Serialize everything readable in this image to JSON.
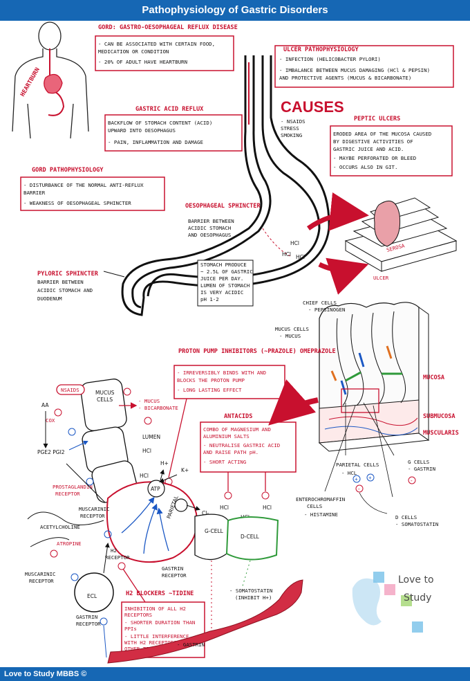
{
  "title": "Pathophysiology of Gastric Disorders",
  "footer": "Love to Study MBBS ©",
  "gord": {
    "heading": "GORD: GASTRO-OESOPHAGEAL REFLUX DISEASE",
    "items": [
      "- CAN BE ASSOCIATED WITH CERTAIN FOOD,",
      "  MEDICATION OR CONDITION",
      "- 20% OF ADULT HAVE HEARTBURN"
    ]
  },
  "heartburn_label": "HEARTBURN",
  "acid_reflux": {
    "heading": "GASTRIC ACID REFLUX",
    "items": [
      "BACKFLOW OF STOMACH CONTENT (ACID)",
      "UPWARD INTO OESOPHAGUS",
      "- PAIN, INFLAMMATION AND DAMAGE"
    ]
  },
  "gord_patho": {
    "heading": "GORD PATHOPHYSIOLOGY",
    "items": [
      "- DISTURBANCE OF THE NORMAL ANTI-REFLUX",
      "  BARRIER",
      "- WEAKNESS OF OESOPHAGEAL SPHINCTER"
    ]
  },
  "ulcer_patho": {
    "heading": "ULCER PATHOPHYSIOLOGY",
    "items": [
      "- INFECTION (HELICOBACTER PYLORI)",
      "- IMBALANCE BETWEEN MUCUS DAMAGING (HCl & PEPSIN)",
      "  AND PROTECTIVE AGENTS (MUCUS & BICARBONATE)"
    ]
  },
  "causes": {
    "heading": "CAUSES",
    "items": [
      "- NSAIDS",
      "  STRESS",
      "  SMOKING"
    ]
  },
  "peptic": {
    "heading": "PEPTIC ULCERS",
    "items": [
      "ERODED AREA OF THE MUCOSA CAUSED",
      "BY DIGESTIVE ACTIVITIES OF",
      "GASTRIC JUICE AND ACID.",
      "- MAYBE PERFORATED OR BLEED",
      "- OCCURS ALSO IN GIT."
    ]
  },
  "oeso_sphincter": {
    "heading": "OESOPHAGEAL SPHINCTER",
    "items": [
      "BARRIER BETWEEN",
      "ACIDIC STOMACH",
      "AND OESOPHAGUS"
    ]
  },
  "pyloric": {
    "heading": "PYLORIC SPHINCTER",
    "items": [
      "BARRIER BETWEEN",
      "ACIDIC STOMACH AND",
      "DUODENUM"
    ]
  },
  "stomach_note": [
    "STOMACH PRODUCE",
    "~ 2.5L OF GASTRIC",
    "JUICE PER DAY.",
    "LUMEN OF STOMACH",
    "IS VERY ACIDIC",
    "pH 1-2"
  ],
  "hcl_labels": [
    "HCl",
    "HCl",
    "HCl"
  ],
  "ulcer_label": "ULCER",
  "layer_labels": [
    "MUCOSA",
    "SUBMUCOSA",
    "MUSCULARIS",
    "SEROSA"
  ],
  "mucosa_cells": {
    "chief": [
      "CHIEF CELLS",
      "- PEPSINOGEN"
    ],
    "mucus": [
      "MUCUS CELLS",
      "- MUCUS"
    ],
    "parietal": [
      "PARIETAL CELLS",
      "- HCL"
    ],
    "g_cells": [
      "G CELLS",
      "- GASTRIN"
    ],
    "enterochromaffin": [
      "ENTEROCHROMAFFIN",
      "CELLS",
      "- HISTAMINE"
    ],
    "d_cells": [
      "D CELLS",
      "- SOMATOSTATIN"
    ]
  },
  "mucosa_tag": "MUCOSA",
  "submucosa_tag": "SUBMUCOSA",
  "muscularis_tag": "MUSCULARIS",
  "ppi": {
    "heading": "PROTON PUMP INHIBITORS (~PRAZOLE) OMEPRAZOLE",
    "items": [
      "- IRREVERSIBLY BINDS WITH AND",
      "  BLOCKS THE PROTON PUMP",
      "- LONG LASTING EFFECT"
    ]
  },
  "antacids": {
    "heading": "ANTACIDS",
    "items": [
      "COMBO OF MAGNESIUM AND",
      "ALUMINIUM SALTS",
      "- NEUTRALISE GASTRIC ACID",
      "  AND RAISE PATH pH.",
      "- SHORT ACTING"
    ]
  },
  "h2": {
    "heading": "H2 BLOCKERS ~TIDINE",
    "items": [
      "INHIBITION OF ALL H2",
      "RECEPTORS",
      "- SHORTER DURATION THAN",
      "  PPIs",
      "- LITTLE INTERFERENCE",
      "  WITH H2 RECEPTORS IN",
      "  OTHER TISSUES"
    ]
  },
  "cell_labels": {
    "nsaids": "NSAIDS",
    "aa": "AA",
    "cox": "COX",
    "mucus_cells": [
      "MUCUS",
      "CELLS"
    ],
    "mucus_bicarb": [
      "- MUCUS",
      "- BICARBONATE"
    ],
    "lumen": "LUMEN",
    "hcl_small": [
      "HCl",
      "HCl",
      "HCl",
      "HCl"
    ],
    "pge": "PGE2 PGI2",
    "prostaglandin": [
      "PROSTAGLANDIN",
      "RECEPTOR"
    ],
    "muscarinic1": [
      "MUSCARINIC",
      "RECEPTOR"
    ],
    "acetylcholine": "ACETYLCHOLINE",
    "atropine": "ATROPINE",
    "h2_receptor": [
      "H2",
      "RECEPTOR"
    ],
    "gastrin_receptor": [
      "GASTRIN",
      "RECEPTOR"
    ],
    "muscarinic2": [
      "MUSCARINIC",
      "RECEPTOR"
    ],
    "gastrin_receptor2": [
      "GASTRIN",
      "RECEPTOR"
    ],
    "ecl": "ECL",
    "g_cell": "G-CELL",
    "d_cell": "D-CELL",
    "parietal": "PARIETAL",
    "somatostatin": [
      "- SOMATOSTATIN",
      "(INHIBIT H+)"
    ],
    "gastrin_bottom": "- GASTRIN",
    "h_plus": "H+",
    "k_plus": "K+",
    "cl_minus": "Cl-",
    "atp": "ATP"
  },
  "logo": {
    "line1": "Love to",
    "line2": "Study"
  },
  "colors": {
    "accent_red": "#c8102e",
    "bar_blue": "#1667b4",
    "green": "#2f9a3a",
    "blue": "#1a57c4"
  }
}
